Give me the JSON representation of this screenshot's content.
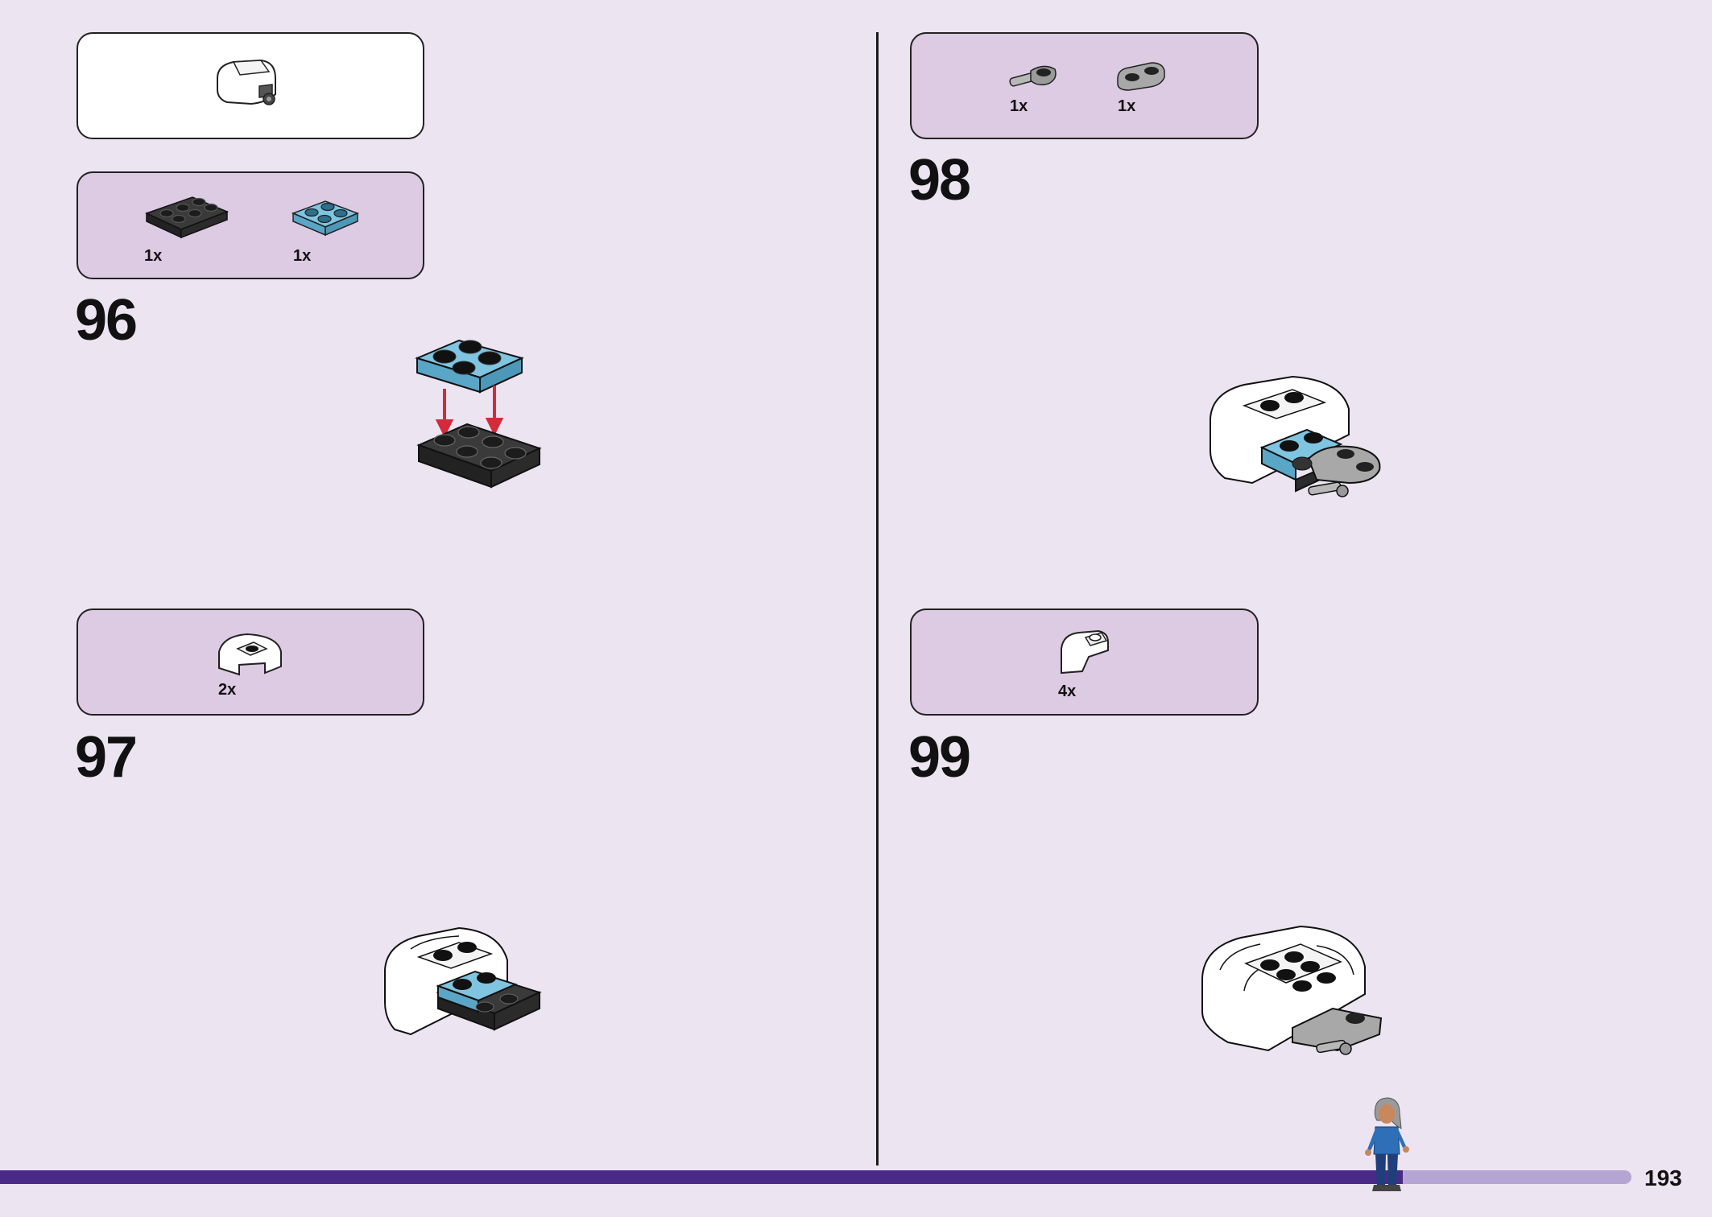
{
  "left_page": {
    "submodel_box": {
      "type": "white",
      "part": "white-submodel"
    },
    "step_96": {
      "number": "96",
      "parts": [
        {
          "quantity": "1x",
          "part": "black-plate-2x3"
        },
        {
          "quantity": "1x",
          "part": "azure-plate-2x2"
        }
      ]
    },
    "step_97": {
      "number": "97",
      "parts": [
        {
          "quantity": "2x",
          "part": "white-curved-brick"
        }
      ]
    }
  },
  "right_page": {
    "step_98": {
      "number": "98",
      "parts": [
        {
          "quantity": "1x",
          "part": "gray-plate-with-bar"
        },
        {
          "quantity": "1x",
          "part": "gray-plate-1x2-round"
        }
      ]
    },
    "step_99": {
      "number": "99",
      "parts": [
        {
          "quantity": "4x",
          "part": "white-curved-slope"
        }
      ]
    }
  },
  "footer": {
    "page_number": "193",
    "progress_fraction": 0.86,
    "icon": "minifigure-icon"
  },
  "colors": {
    "page_background": "#ece4f1",
    "callout_lilac": "#ddcae3",
    "progress_fill": "#4a2a88",
    "progress_track": "#b5a5d4",
    "brick_black": "#2b2b2b",
    "brick_azure": "#6fb8d8",
    "brick_gray": "#a9a9a9",
    "arrow_red": "#d42a3a"
  }
}
